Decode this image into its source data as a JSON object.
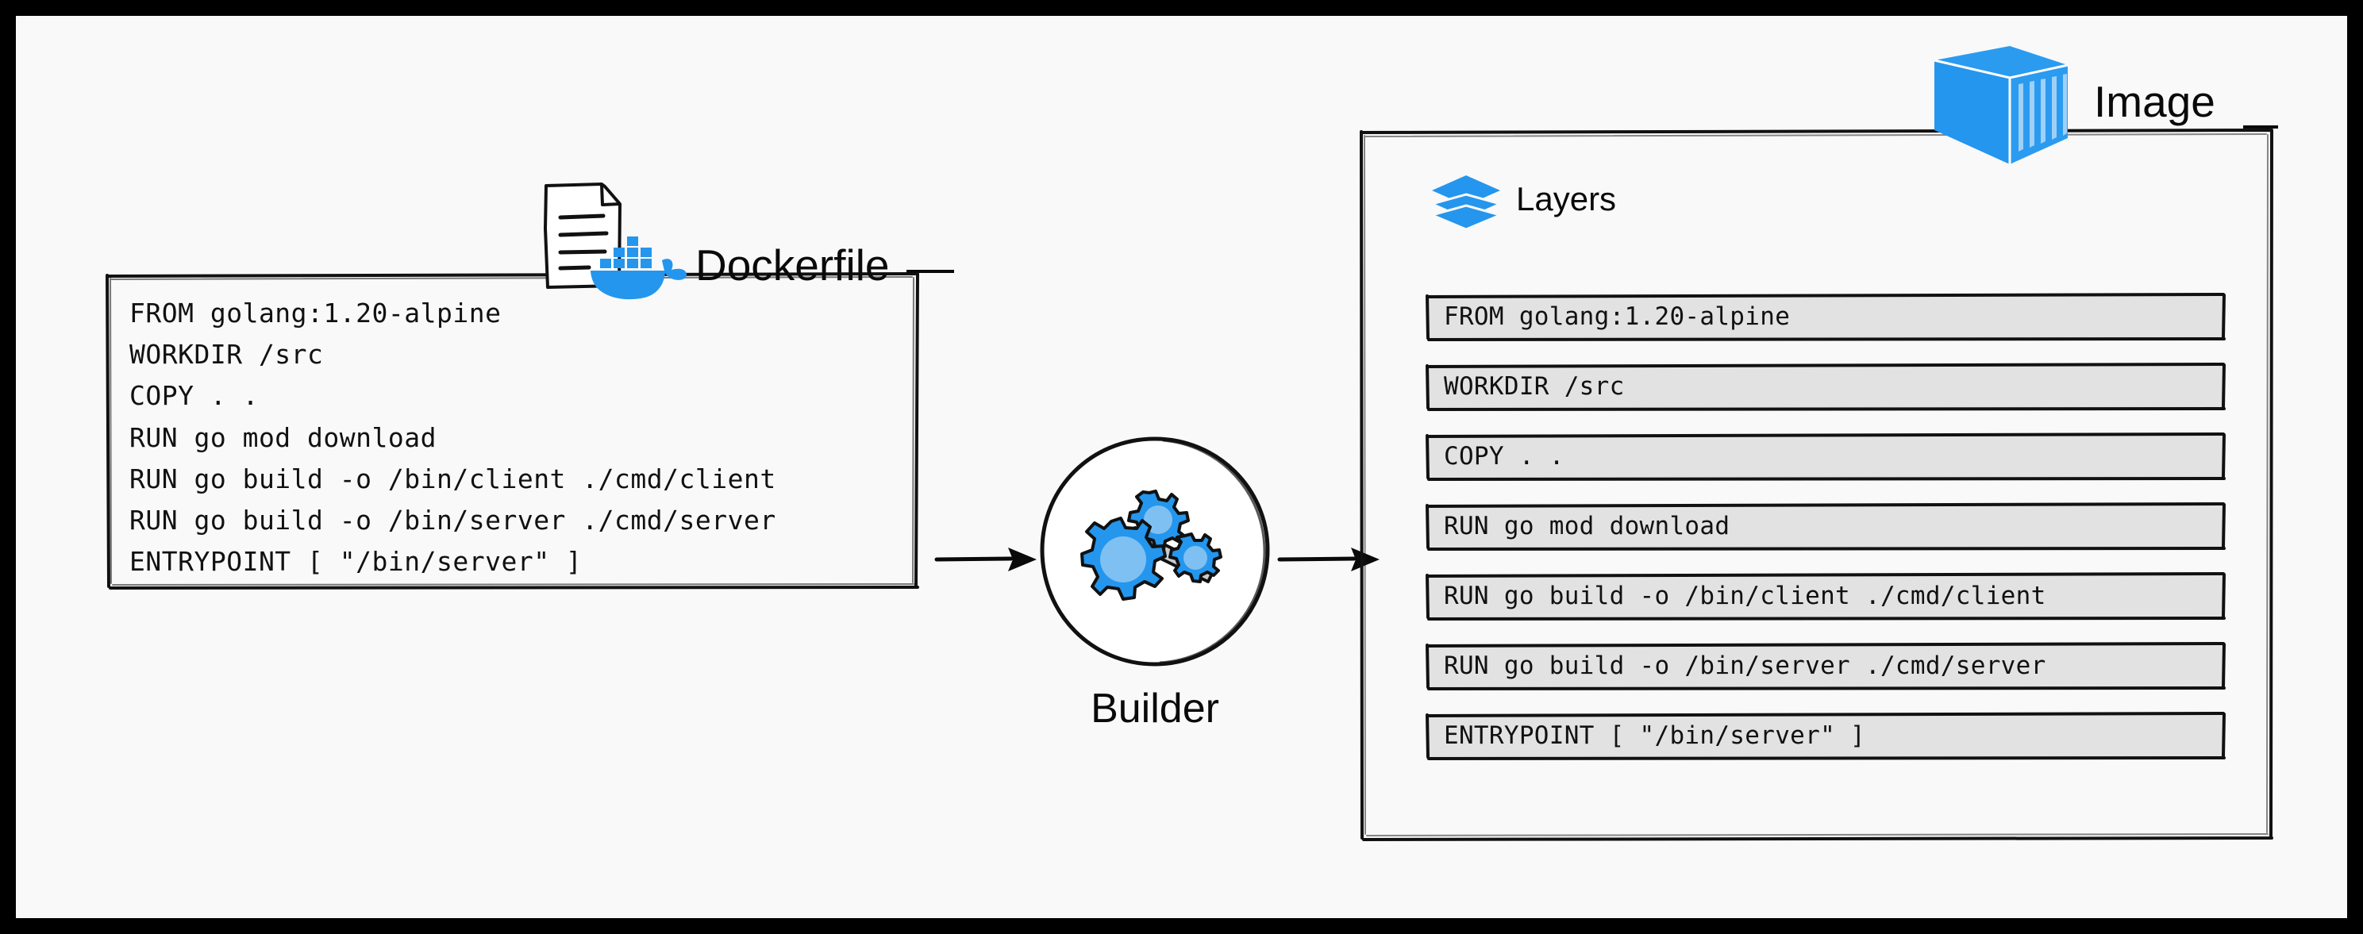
{
  "frame": {
    "border_color": "#000000",
    "background_color": "#f9f9f9"
  },
  "palette": {
    "docker_blue": "#2496ed",
    "gear_light_blue": "#7fc0f2",
    "wrench_gray": "#c8ccd0",
    "layer_fill": "#e2e2e2",
    "ink": "#0a0a0a"
  },
  "dockerfile": {
    "label": "Dockerfile",
    "doc_icon": "document-icon",
    "whale_icon": "docker-whale-icon",
    "lines": [
      "FROM golang:1.20-alpine",
      "",
      "WORKDIR /src",
      "",
      "COPY . .",
      "",
      "RUN go mod download",
      "",
      "RUN go build -o /bin/client ./cmd/client",
      "",
      "RUN go build -o /bin/server ./cmd/server",
      "",
      "ENTRYPOINT [ \"/bin/server\" ]"
    ]
  },
  "builder": {
    "label": "Builder",
    "icon": "gears-and-wrench-icon"
  },
  "arrows": {
    "dockerfile_to_builder": "arrow-right",
    "builder_to_image": "arrow-right"
  },
  "image": {
    "label": "Image",
    "icon": "shipping-container-icon",
    "layers_header": {
      "label": "Layers",
      "icon": "stacked-layers-icon"
    },
    "layers": [
      "FROM golang:1.20-alpine",
      "WORKDIR /src",
      "COPY . .",
      "RUN go mod download",
      "RUN go build -o /bin/client ./cmd/client",
      "RUN go build -o /bin/server ./cmd/server",
      "ENTRYPOINT [ \"/bin/server\" ]"
    ]
  }
}
